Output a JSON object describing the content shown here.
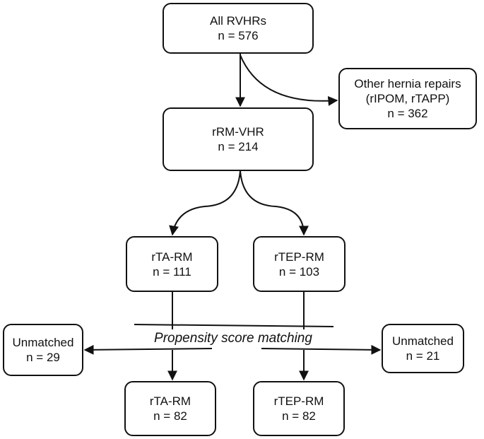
{
  "nodes": {
    "all_rvhrs": {
      "title": "All RVHRs",
      "count": "n = 576"
    },
    "other_repairs": {
      "title": "Other hernia repairs",
      "subtitle": "(rIPOM, rTAPP)",
      "count": "n = 362"
    },
    "rrm_vhr": {
      "title": "rRM-VHR",
      "count": "n = 214"
    },
    "rta_rm_pre": {
      "title": "rTA-RM",
      "count": "n = 111"
    },
    "rtep_rm_pre": {
      "title": "rTEP-RM",
      "count": "n = 103"
    },
    "unmatched_left": {
      "title": "Unmatched",
      "count": "n = 29"
    },
    "unmatched_right": {
      "title": "Unmatched",
      "count": "n = 21"
    },
    "rta_rm_post": {
      "title": "rTA-RM",
      "count": "n = 82"
    },
    "rtep_rm_post": {
      "title": "rTEP-RM",
      "count": "n = 82"
    }
  },
  "matching_label": "Propensity score matching"
}
